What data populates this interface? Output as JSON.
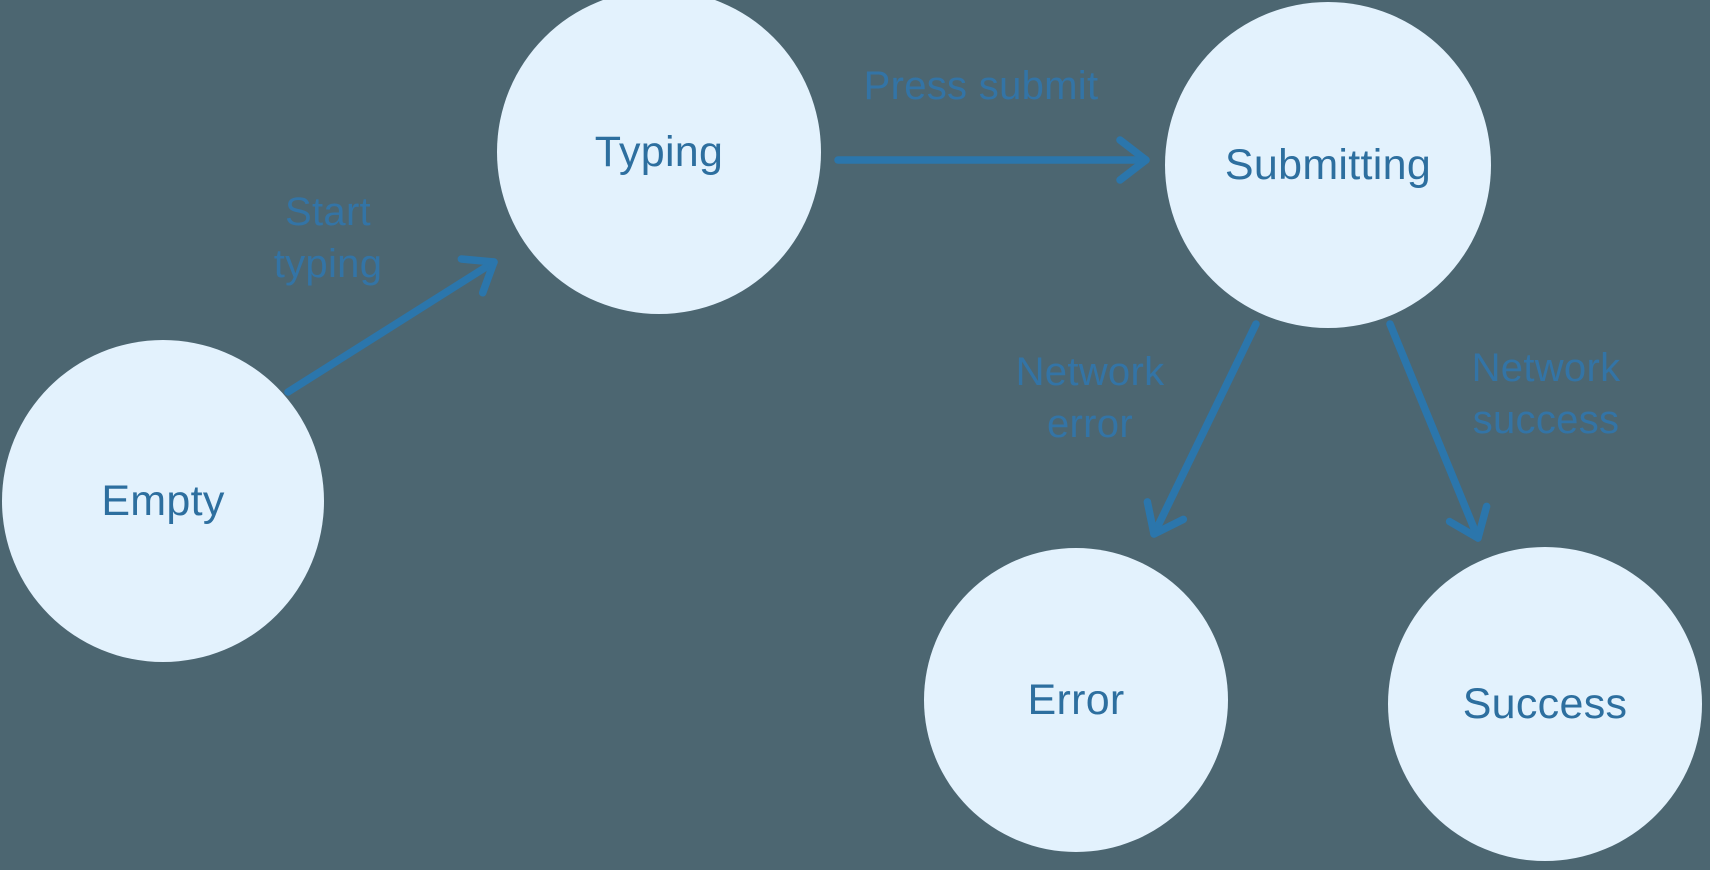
{
  "colors": {
    "background": "#4C6671",
    "node-fill": "#E3F2FD",
    "node-text": "#2D6F9F",
    "edge-label": "#3374A6",
    "arrow": "#2B76AC"
  },
  "diagram": {
    "states": [
      {
        "id": "empty",
        "label": "Empty"
      },
      {
        "id": "typing",
        "label": "Typing"
      },
      {
        "id": "submitting",
        "label": "Submitting"
      },
      {
        "id": "error",
        "label": "Error"
      },
      {
        "id": "success",
        "label": "Success"
      }
    ],
    "transitions": [
      {
        "from": "empty",
        "to": "typing",
        "label": "Start typing"
      },
      {
        "from": "typing",
        "to": "submitting",
        "label": "Press submit"
      },
      {
        "from": "submitting",
        "to": "error",
        "label": "Network error"
      },
      {
        "from": "submitting",
        "to": "success",
        "label": "Network success"
      }
    ]
  }
}
